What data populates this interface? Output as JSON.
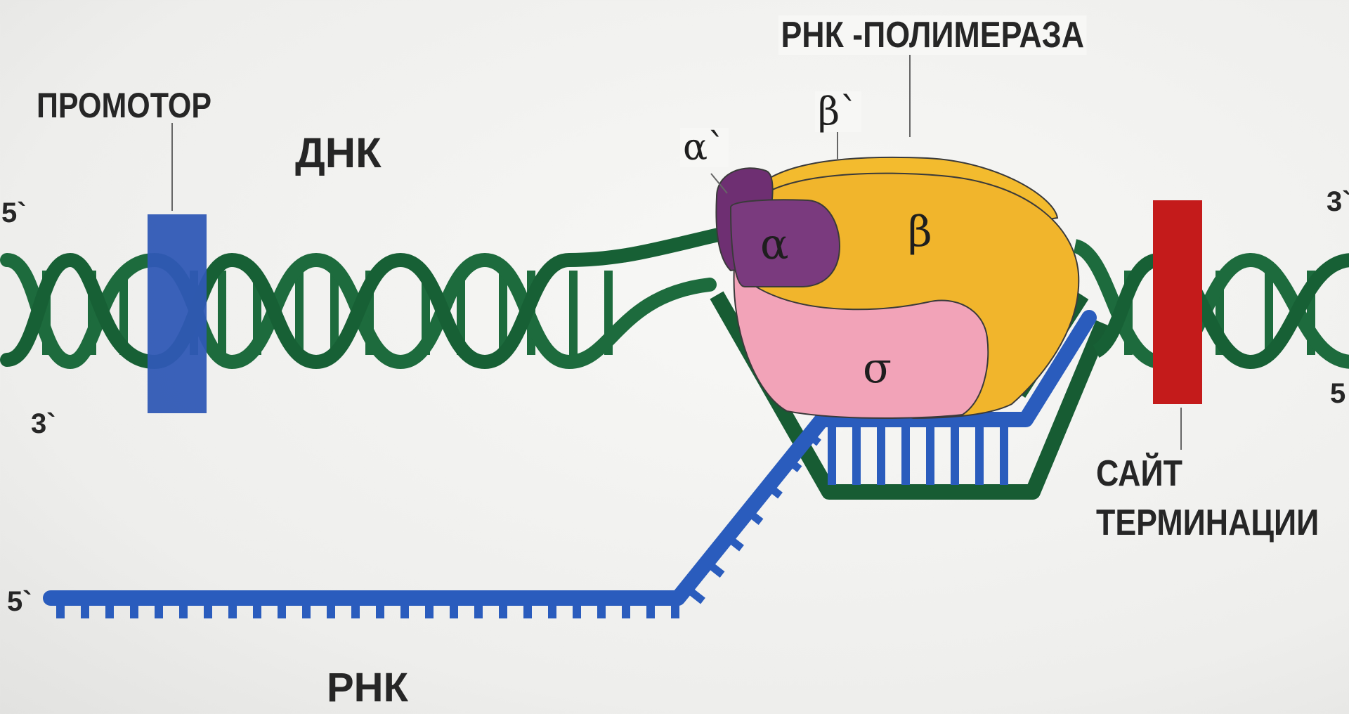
{
  "labels": {
    "promoter": "ПРОМОТОР",
    "dna": "ДНК",
    "rna_polymerase": "РНК -ПОЛИМЕРАЗА",
    "termination_site_line1": "САЙТ",
    "termination_site_line2": "ТЕРМИНАЦИИ",
    "rna": "РНК",
    "dna_5_left": "5`",
    "dna_3_left": "3`",
    "dna_3_right": "3`",
    "dna_5_right": "5",
    "rna_5": "5`"
  },
  "subunits": {
    "alpha_prime": "α`",
    "beta_prime": "β`",
    "alpha": "α",
    "beta": "β",
    "sigma": "σ"
  },
  "colors": {
    "dna_strand": "#1d6b3d",
    "dna_strand_dark": "#134c2a",
    "rna": "#2a5cbd",
    "promoter": "#2f58b5",
    "termination_site": "#c41b1b",
    "beta_subunit": "#f1b52c",
    "sigma_subunit": "#f2a3b8",
    "alpha_subunit": "#7a3a7e"
  }
}
